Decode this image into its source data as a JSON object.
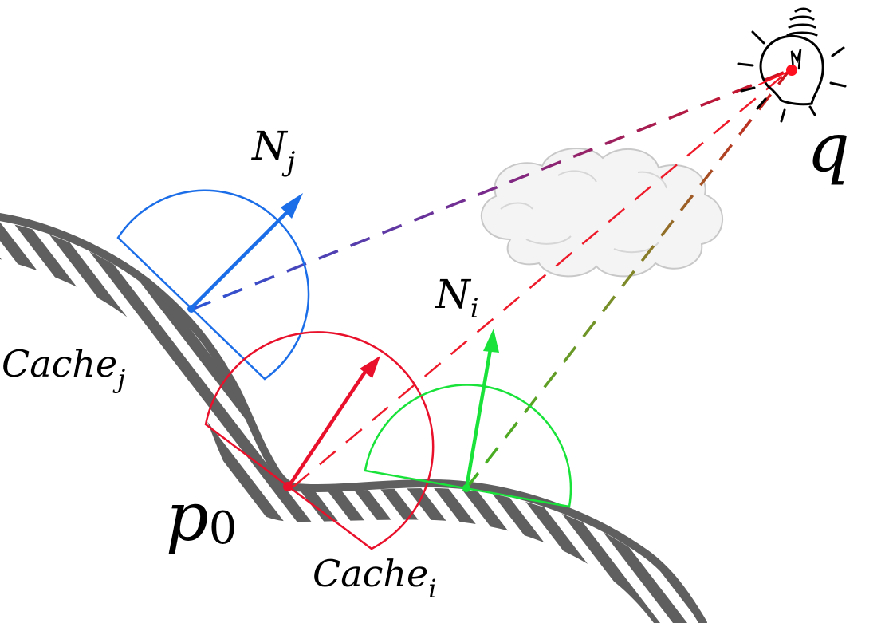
{
  "labels": {
    "n_j": {
      "base": "N",
      "sub": "j"
    },
    "n_i": {
      "base": "N",
      "sub": "i"
    },
    "cache_j": {
      "base": "Cache",
      "sub": "j"
    },
    "cache_i": {
      "base": "Cache",
      "sub": "i"
    },
    "p0": {
      "base": "p",
      "sub": "0"
    },
    "q": {
      "base": "q"
    }
  },
  "colors": {
    "surface": "#5f5f5f",
    "cache_j": "#1b6de8",
    "cache_i": "#e8102a",
    "cache_k": "#19e33a",
    "light_source": "#ff1020",
    "cloud": "#f2f2f2"
  },
  "icons": [
    "light-bulb-icon",
    "cloud-icon"
  ]
}
